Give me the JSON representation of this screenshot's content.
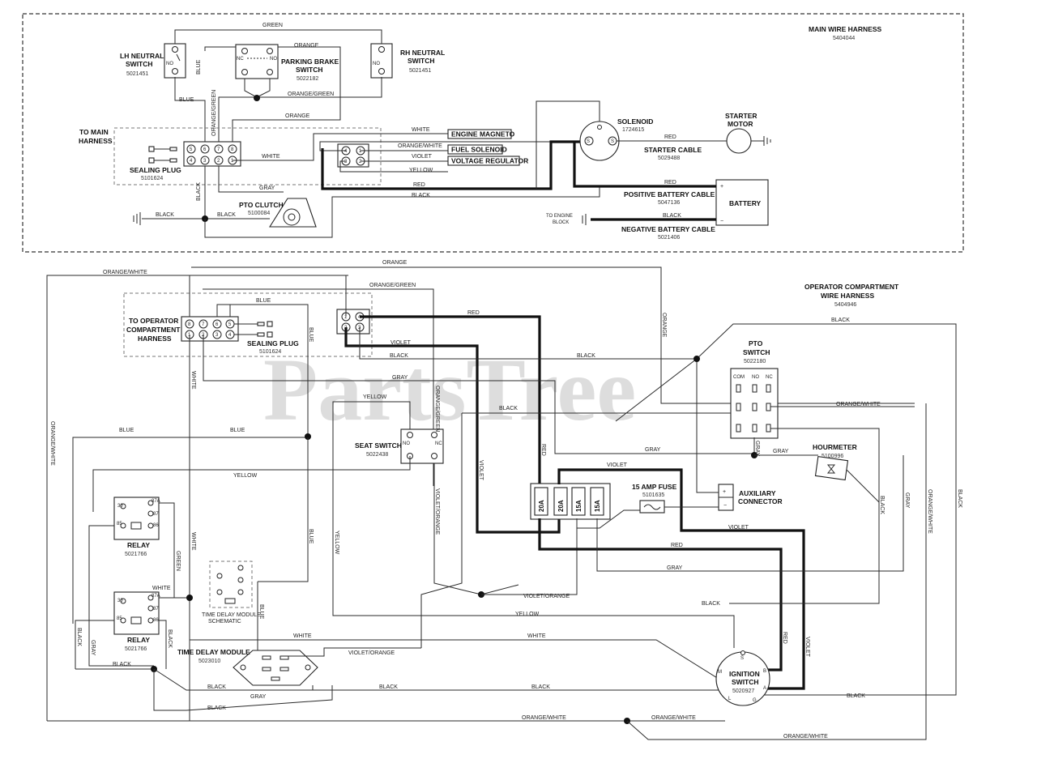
{
  "watermark": "PartsTree",
  "main_harness": {
    "title": "MAIN WIRE HARNESS",
    "part": "5404044",
    "lh_neutral": {
      "name": "LH NEUTRAL\nSWITCH",
      "line1": "LH NEUTRAL",
      "line2": "SWITCH",
      "part": "5021451"
    },
    "parking_brake": {
      "line1": "PARKING BRAKE",
      "line2": "SWITCH",
      "part": "5022182"
    },
    "rh_neutral": {
      "line1": "RH NEUTRAL",
      "line2": "SWITCH",
      "part": "5021451"
    },
    "to_main_harness": {
      "line1": "TO MAIN",
      "line2": "HARNESS"
    },
    "sealing_plug": {
      "name": "SEALING PLUG",
      "part": "5101624"
    },
    "pto_clutch": {
      "name": "PTO CLUTCH",
      "part": "5100084"
    },
    "solenoid": {
      "name": "SOLENOID",
      "part": "1724615"
    },
    "starter_motor": {
      "line1": "STARTER",
      "line2": "MOTOR"
    },
    "starter_cable": {
      "name": "STARTER CABLE",
      "part": "5029488"
    },
    "positive_cable": {
      "name": "POSITIVE BATTERY CABLE",
      "part": "5047136"
    },
    "negative_cable": {
      "name": "NEGATIVE BATTERY CABLE",
      "part": "5021406"
    },
    "battery": "BATTERY",
    "to_engine_block": {
      "line1": "TO ENGINE",
      "line2": "BLOCK"
    },
    "engine_magneto": "ENGINE MAGNETO",
    "fuel_solenoid": "FUEL SOLENOID",
    "voltage_regulator": "VOLTAGE REGULATOR"
  },
  "operator_harness": {
    "title_line1": "OPERATOR COMPARTMENT",
    "title_line2": "WIRE HARNESS",
    "part": "5404946",
    "to_operator": {
      "line1": "TO OPERATOR",
      "line2": "COMPARTMENT",
      "line3": "HARNESS"
    },
    "sealing_plug": {
      "name": "SEALING PLUG",
      "part": "5101624"
    },
    "seat_switch": {
      "name": "SEAT SWITCH",
      "part": "5022438"
    },
    "pto_switch": {
      "line1": "PTO",
      "line2": "SWITCH",
      "part": "5022180"
    },
    "hourmeter": {
      "name": "HOURMETER",
      "part": "5100996"
    },
    "fuse_15a": {
      "name": "15 AMP FUSE",
      "part": "5101635"
    },
    "aux_connector": {
      "line1": "AUXILIARY",
      "line2": "CONNECTOR"
    },
    "relay1": {
      "name": "RELAY",
      "part": "5021766"
    },
    "relay2": {
      "name": "RELAY",
      "part": "5021766"
    },
    "tdm_schematic": {
      "line1": "TIME DELAY MODULE",
      "line2": "SCHEMATIC"
    },
    "time_delay_module": {
      "name": "TIME DELAY MODULE",
      "part": "5023010"
    },
    "ignition_switch": {
      "line1": "IGNITION",
      "line2": "SWITCH",
      "part": "5020927"
    },
    "fuses": [
      "20A",
      "20A",
      "15A",
      "15A"
    ]
  },
  "wire_colors": {
    "green": "GREEN",
    "orange": "ORANGE",
    "blue": "BLUE",
    "orange_green": "ORANGE/GREEN",
    "white": "WHITE",
    "black": "BLACK",
    "gray": "GRAY",
    "red": "RED",
    "violet": "VIOLET",
    "yellow": "YELLOW",
    "orange_white": "ORANGE/WHITE",
    "violet_orange": "VIOLET/ORANGE"
  },
  "pin_labels": {
    "no": "NO",
    "nc": "NC",
    "com": "COM",
    "p30": "30",
    "p87": "87",
    "p87a": "87A",
    "p85": "85",
    "p86": "86",
    "m": "M",
    "b": "B",
    "a": "A",
    "l": "L",
    "g": "G",
    "s": "S"
  }
}
